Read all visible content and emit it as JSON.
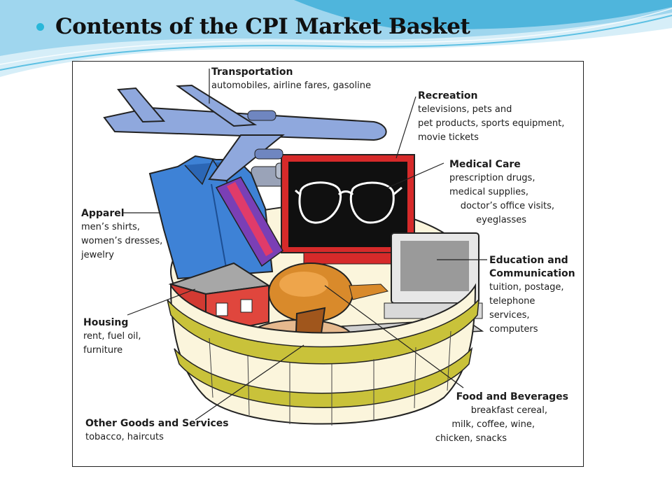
{
  "slide": {
    "title": "Contents of the CPI Market Basket",
    "colors": {
      "accent": "#29b7d9",
      "wave_light": "#a8ddf0",
      "wave_dark": "#3aa9d2"
    }
  },
  "diagram": {
    "categories": [
      {
        "id": "transportation",
        "heading": "Transportation",
        "lines": [
          "automobiles, airline fares, gasoline"
        ]
      },
      {
        "id": "recreation",
        "heading": "Recreation",
        "lines": [
          "televisions, pets and",
          "pet products, sports equipment,",
          "movie tickets"
        ]
      },
      {
        "id": "medical",
        "heading": "Medical Care",
        "lines": [
          "prescription drugs,",
          "medical supplies,",
          "doctor’s office visits,",
          "eyeglasses"
        ]
      },
      {
        "id": "apparel",
        "heading": "Apparel",
        "lines": [
          "men’s shirts,",
          "women’s dresses,",
          "jewelry"
        ]
      },
      {
        "id": "education",
        "heading": "Education and",
        "heading2": "Communication",
        "lines": [
          "tuition, postage,",
          "telephone",
          "services,",
          "computers"
        ]
      },
      {
        "id": "housing",
        "heading": "Housing",
        "lines": [
          "rent, fuel oil,",
          "furniture"
        ]
      },
      {
        "id": "food",
        "heading": "Food and Beverages",
        "lines": [
          "breakfast cereal,",
          "milk, coffee, wine,",
          "chicken, snacks"
        ]
      },
      {
        "id": "other",
        "heading": "Other Goods and Services",
        "lines": [
          "tobacco, haircuts"
        ]
      }
    ],
    "icons": [
      "airplane-icon",
      "shirt-icon",
      "necktie-icon",
      "binoculars-icon",
      "tv-screen-icon",
      "eyeglasses-icon",
      "computer-icon",
      "keyboard-icon",
      "house-icon",
      "roast-chicken-icon",
      "pipe-icon",
      "bowl-icon",
      "basket-icon"
    ]
  }
}
